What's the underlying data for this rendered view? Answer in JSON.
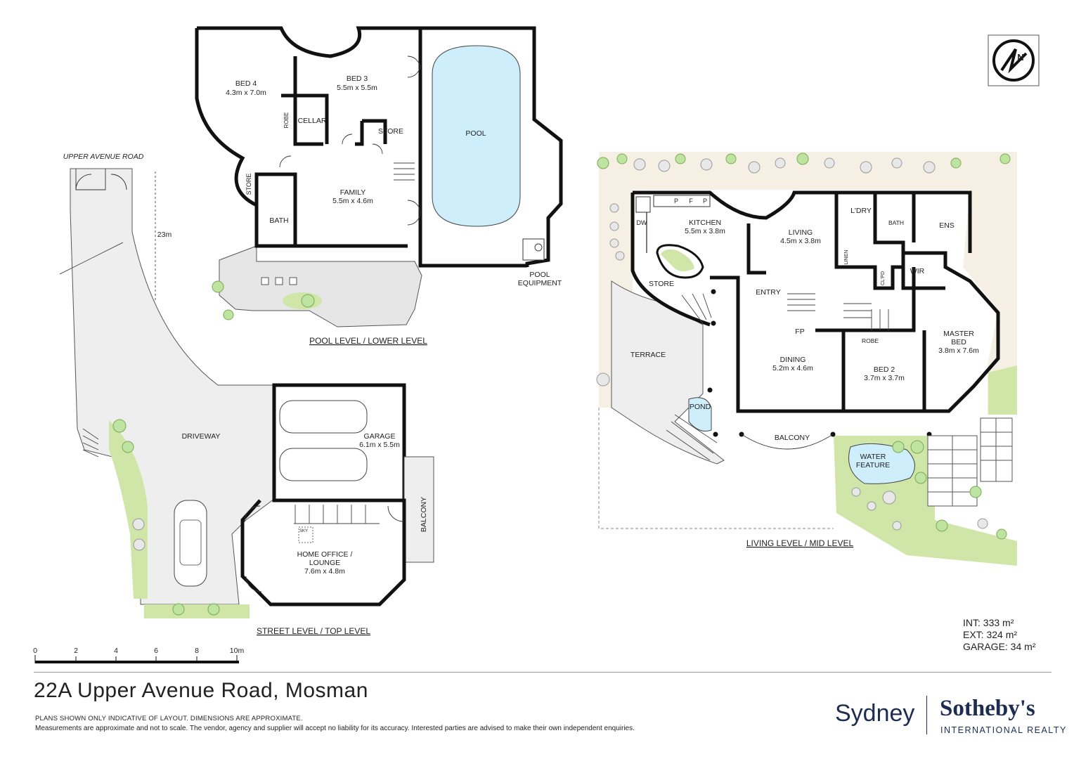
{
  "address": "22A Upper Avenue Road, Mosman",
  "disclaimer_line1": "PLANS SHOWN ONLY INDICATIVE OF LAYOUT. DIMENSIONS ARE APPROXIMATE.",
  "disclaimer_line2": "Measurements are approximate and not to scale. The vendor, agency and supplier will accept no liability for its accuracy. Interested parties are advised to make their own independent enquiries.",
  "areas": {
    "int": "INT: 333 m²",
    "ext": "EXT: 324 m²",
    "garage": "GARAGE: 34 m²"
  },
  "brand": {
    "city": "Sydney",
    "name": "Sotheby's",
    "sub": "INTERNATIONAL REALTY",
    "color": "#1d2d52"
  },
  "scale": {
    "ticks": [
      "0",
      "2",
      "4",
      "6",
      "8",
      "10m"
    ]
  },
  "compass": {
    "icon": "north-arrow-icon",
    "letter": "N"
  },
  "street_name": "UPPER AVENUE ROAD",
  "dimension_23": "23m",
  "levels": {
    "pool": {
      "title": "POOL LEVEL / LOWER LEVEL",
      "rooms": {
        "bed4_name": "BED 4",
        "bed4_dim": "4.3m x 7.0m",
        "bed3_name": "BED 3",
        "bed3_dim": "5.5m x 5.5m",
        "robe": "ROBE",
        "cellar": "CELLAR",
        "store": "STORE",
        "store2": "STORE",
        "pool": "POOL",
        "family_name": "FAMILY",
        "family_dim": "5.5m x 4.6m",
        "bath": "BATH",
        "pool_equipment_1": "POOL",
        "pool_equipment_2": "EQUIPMENT"
      }
    },
    "street": {
      "title": "STREET LEVEL / TOP LEVEL",
      "rooms": {
        "driveway": "DRIVEWAY",
        "garage_name": "GARAGE",
        "garage_dim": "6.1m x 5.5m",
        "balcony": "BALCONY",
        "sky": "SKY",
        "office_1": "HOME OFFICE /",
        "office_2": "LOUNGE",
        "office_dim": "7.6m x 4.8m"
      }
    },
    "living": {
      "title": "LIVING LEVEL / MID LEVEL",
      "rooms": {
        "dw": "DW",
        "p1": "P",
        "f": "F",
        "p2": "P",
        "kitchen_name": "KITCHEN",
        "kitchen_dim": "5.5m x 3.8m",
        "living_name": "LIVING",
        "living_dim": "4.5m x 3.8m",
        "ldry": "L'DRY",
        "bath": "BATH",
        "ens": "ENS",
        "linen": "LINEN",
        "clpd": "CL'PD",
        "wir": "WIR",
        "store": "STORE",
        "entry": "ENTRY",
        "fp": "FP",
        "terrace": "TERRACE",
        "dining_name": "DINING",
        "dining_dim": "5.2m x 4.6m",
        "robe": "ROBE",
        "bed2_name": "BED 2",
        "bed2_dim": "3.7m x 3.7m",
        "master_1": "MASTER",
        "master_2": "BED",
        "master_dim": "3.8m x 7.6m",
        "pond": "POND",
        "balcony": "BALCONY",
        "water_1": "WATER",
        "water_2": "FEATURE"
      }
    }
  }
}
